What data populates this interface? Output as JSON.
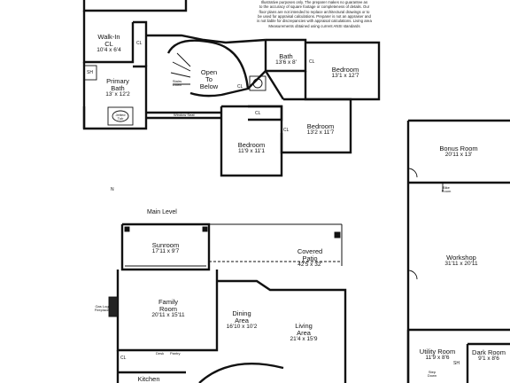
{
  "disclaimer": [
    "Illustrative purposes only. The preparer makes no guarantee as",
    "to the accuracy of square footage or completeness of details. Our",
    "floor plans are not intended to replace architectural drawings or to",
    "be used for appraisal calculations. Preparer is not an appraiser and",
    "is not liable for discrepancies with appraisal calculations. Living area",
    "Measurements obtained using current ANSI standards"
  ],
  "main_level_label": "Main Level",
  "compass": "N",
  "rooms": {
    "walkin": {
      "name": "Walk-In",
      "name2": "CL",
      "dims": "10'4 x 6'4"
    },
    "primary_bath": {
      "name": "Primary",
      "name2": "Bath",
      "dims": "13' x 12'2"
    },
    "open_below": {
      "name": "Open",
      "name2": "To",
      "name3": "Below"
    },
    "bath2": {
      "name": "Bath",
      "dims": "13'6 x 8'"
    },
    "bedroom1": {
      "name": "Bedroom",
      "dims": "13'1 x 12'7"
    },
    "bedroom2": {
      "name": "Bedroom",
      "dims": "13'2 x 11'7"
    },
    "bedroom3": {
      "name": "Bedroom",
      "dims": "11'9 x 11'1"
    },
    "bonus": {
      "name": "Bonus Room",
      "dims": "20'11 x 13'"
    },
    "workshop": {
      "name": "Workshop",
      "dims": "31'11 x 20'11"
    },
    "sunroom": {
      "name": "Sunroom",
      "dims": "17'11 x 9'7"
    },
    "covered_patio": {
      "name": "Covered",
      "name2": "Patio",
      "dims": "42'5 x 32'"
    },
    "family": {
      "name": "Family",
      "name2": "Room",
      "dims": "20'11 x 15'11"
    },
    "dining": {
      "name": "Dining",
      "name2": "Area",
      "dims": "16'10 x 10'2"
    },
    "living": {
      "name": "Living",
      "name2": "Area",
      "dims": "21'4 x 15'9"
    },
    "utility": {
      "name": "Utility Room",
      "dims": "11'9 x 8'6"
    },
    "darkroom": {
      "name": "Dark Room",
      "dims": "9'1 x 8'6"
    },
    "kitchen": {
      "name": "Kitchen"
    }
  },
  "small_labels": {
    "cl": "CL",
    "sh": "SH",
    "window_seat": "Window Seat",
    "stairs_down": "Stairs Down",
    "jetted_tub": "Jetted Tub",
    "bike_room": "Bike Room",
    "gas_fireplace": "Gas Log Fireplace",
    "desk": "Desk",
    "pantry": "Pantry",
    "step_down": "Step Down"
  }
}
